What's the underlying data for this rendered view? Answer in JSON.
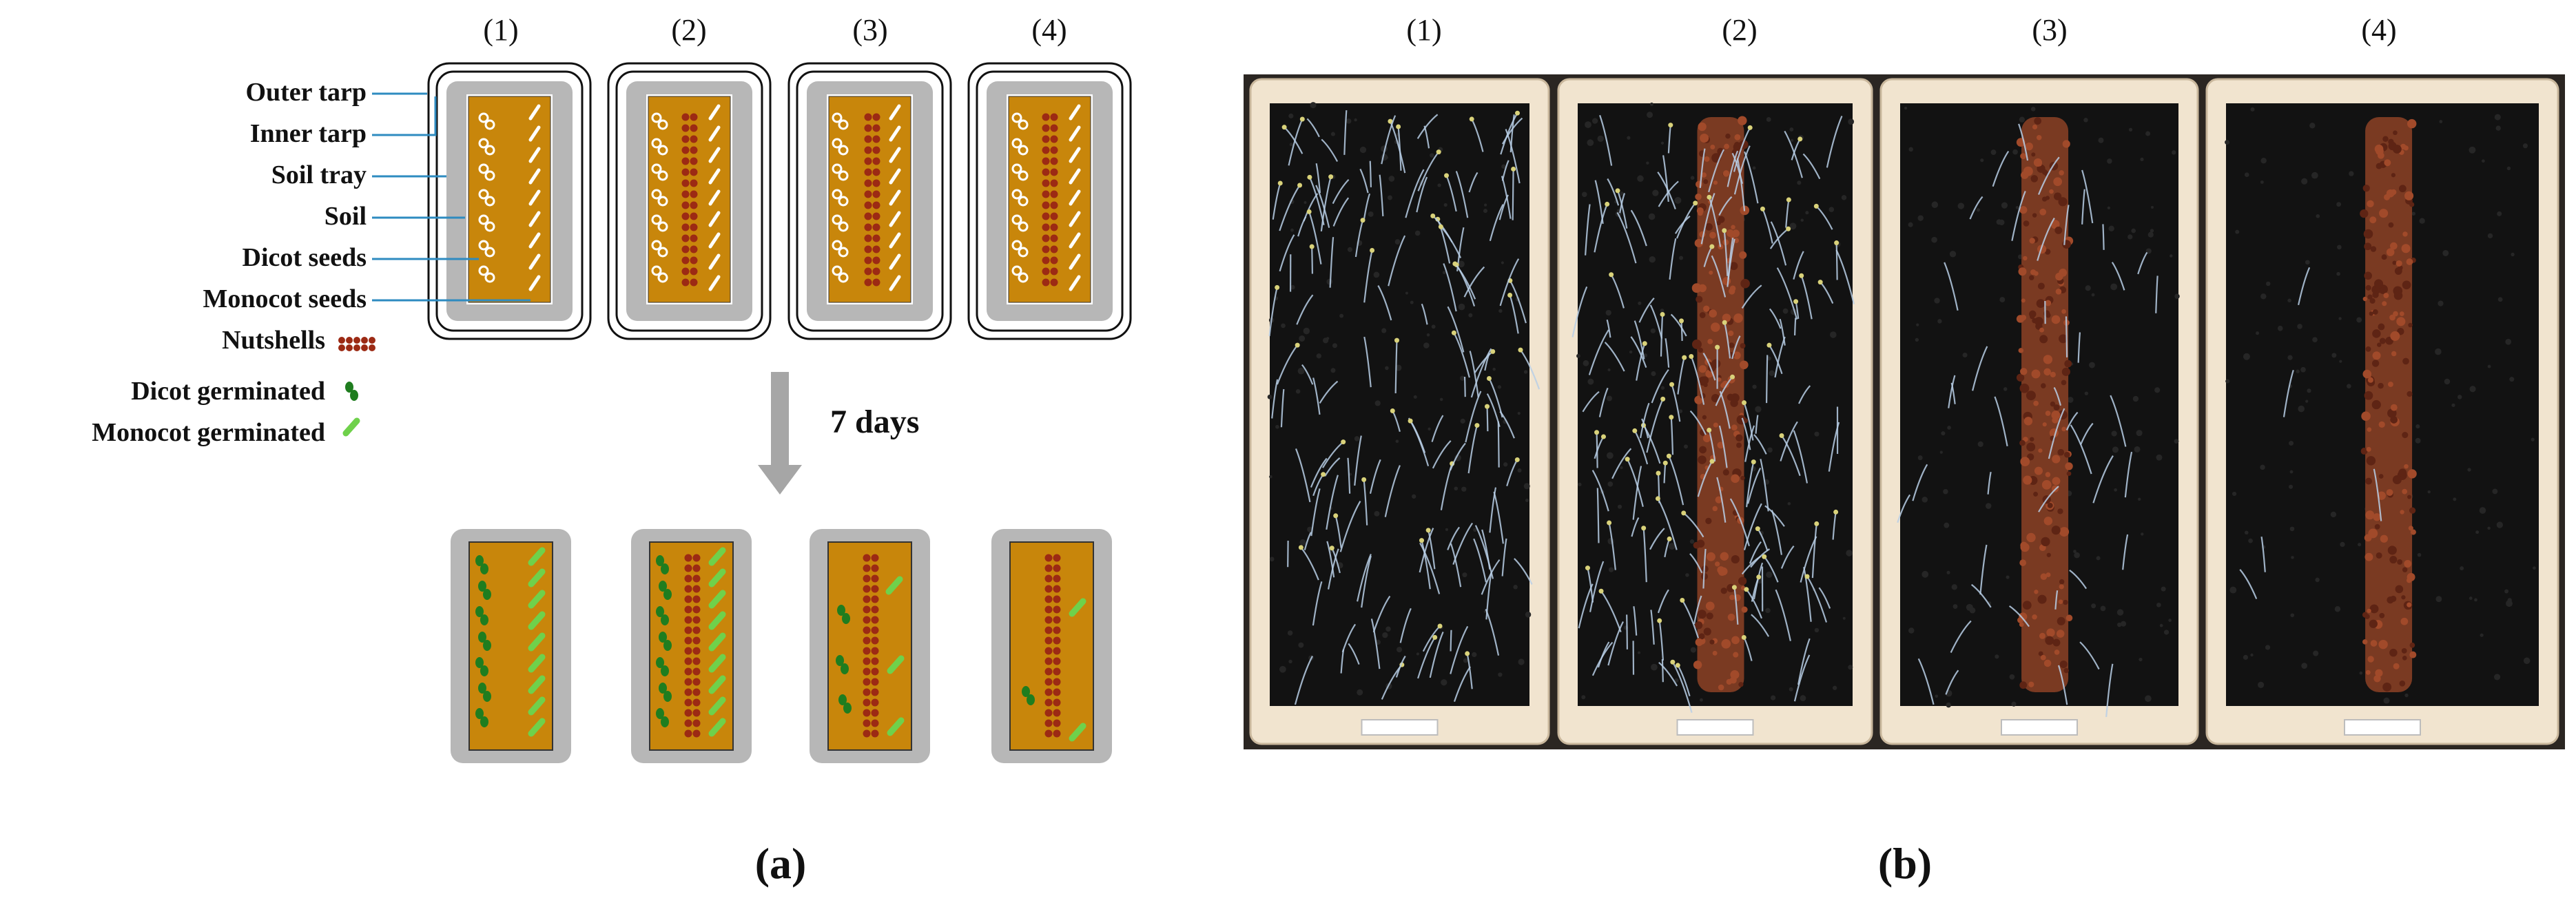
{
  "figure": {
    "panel_a": {
      "tray_numbers": [
        "(1)",
        "(2)",
        "(3)",
        "(4)"
      ],
      "legend": {
        "outer_tarp": "Outer tarp",
        "inner_tarp": "Inner tarp",
        "soil_tray": "Soil tray",
        "soil": "Soil",
        "dicot_seeds": "Dicot seeds",
        "monocot_seeds": "Monocot seeds",
        "nutshells": "Nutshells",
        "dicot_germinated": "Dicot germinated",
        "monocot_germinated": "Monocot germinated"
      },
      "arrow_label": "7 days",
      "caption": "(a)"
    },
    "panel_b": {
      "tray_numbers": [
        "(1)",
        "(2)",
        "(3)",
        "(4)"
      ],
      "caption": "(b)"
    },
    "colors": {
      "soil": "#c8860b",
      "tarp_gray": "#b7b7b7",
      "nutshell": "#9c2a14",
      "dicot_green": "#1f7d1f",
      "monocot_green": "#6fd14b",
      "leader_line": "#2e8bc0",
      "arrow_gray": "#a6a6a6",
      "photo_soil": "#121212",
      "photo_frame": "#f1e4cf"
    }
  }
}
